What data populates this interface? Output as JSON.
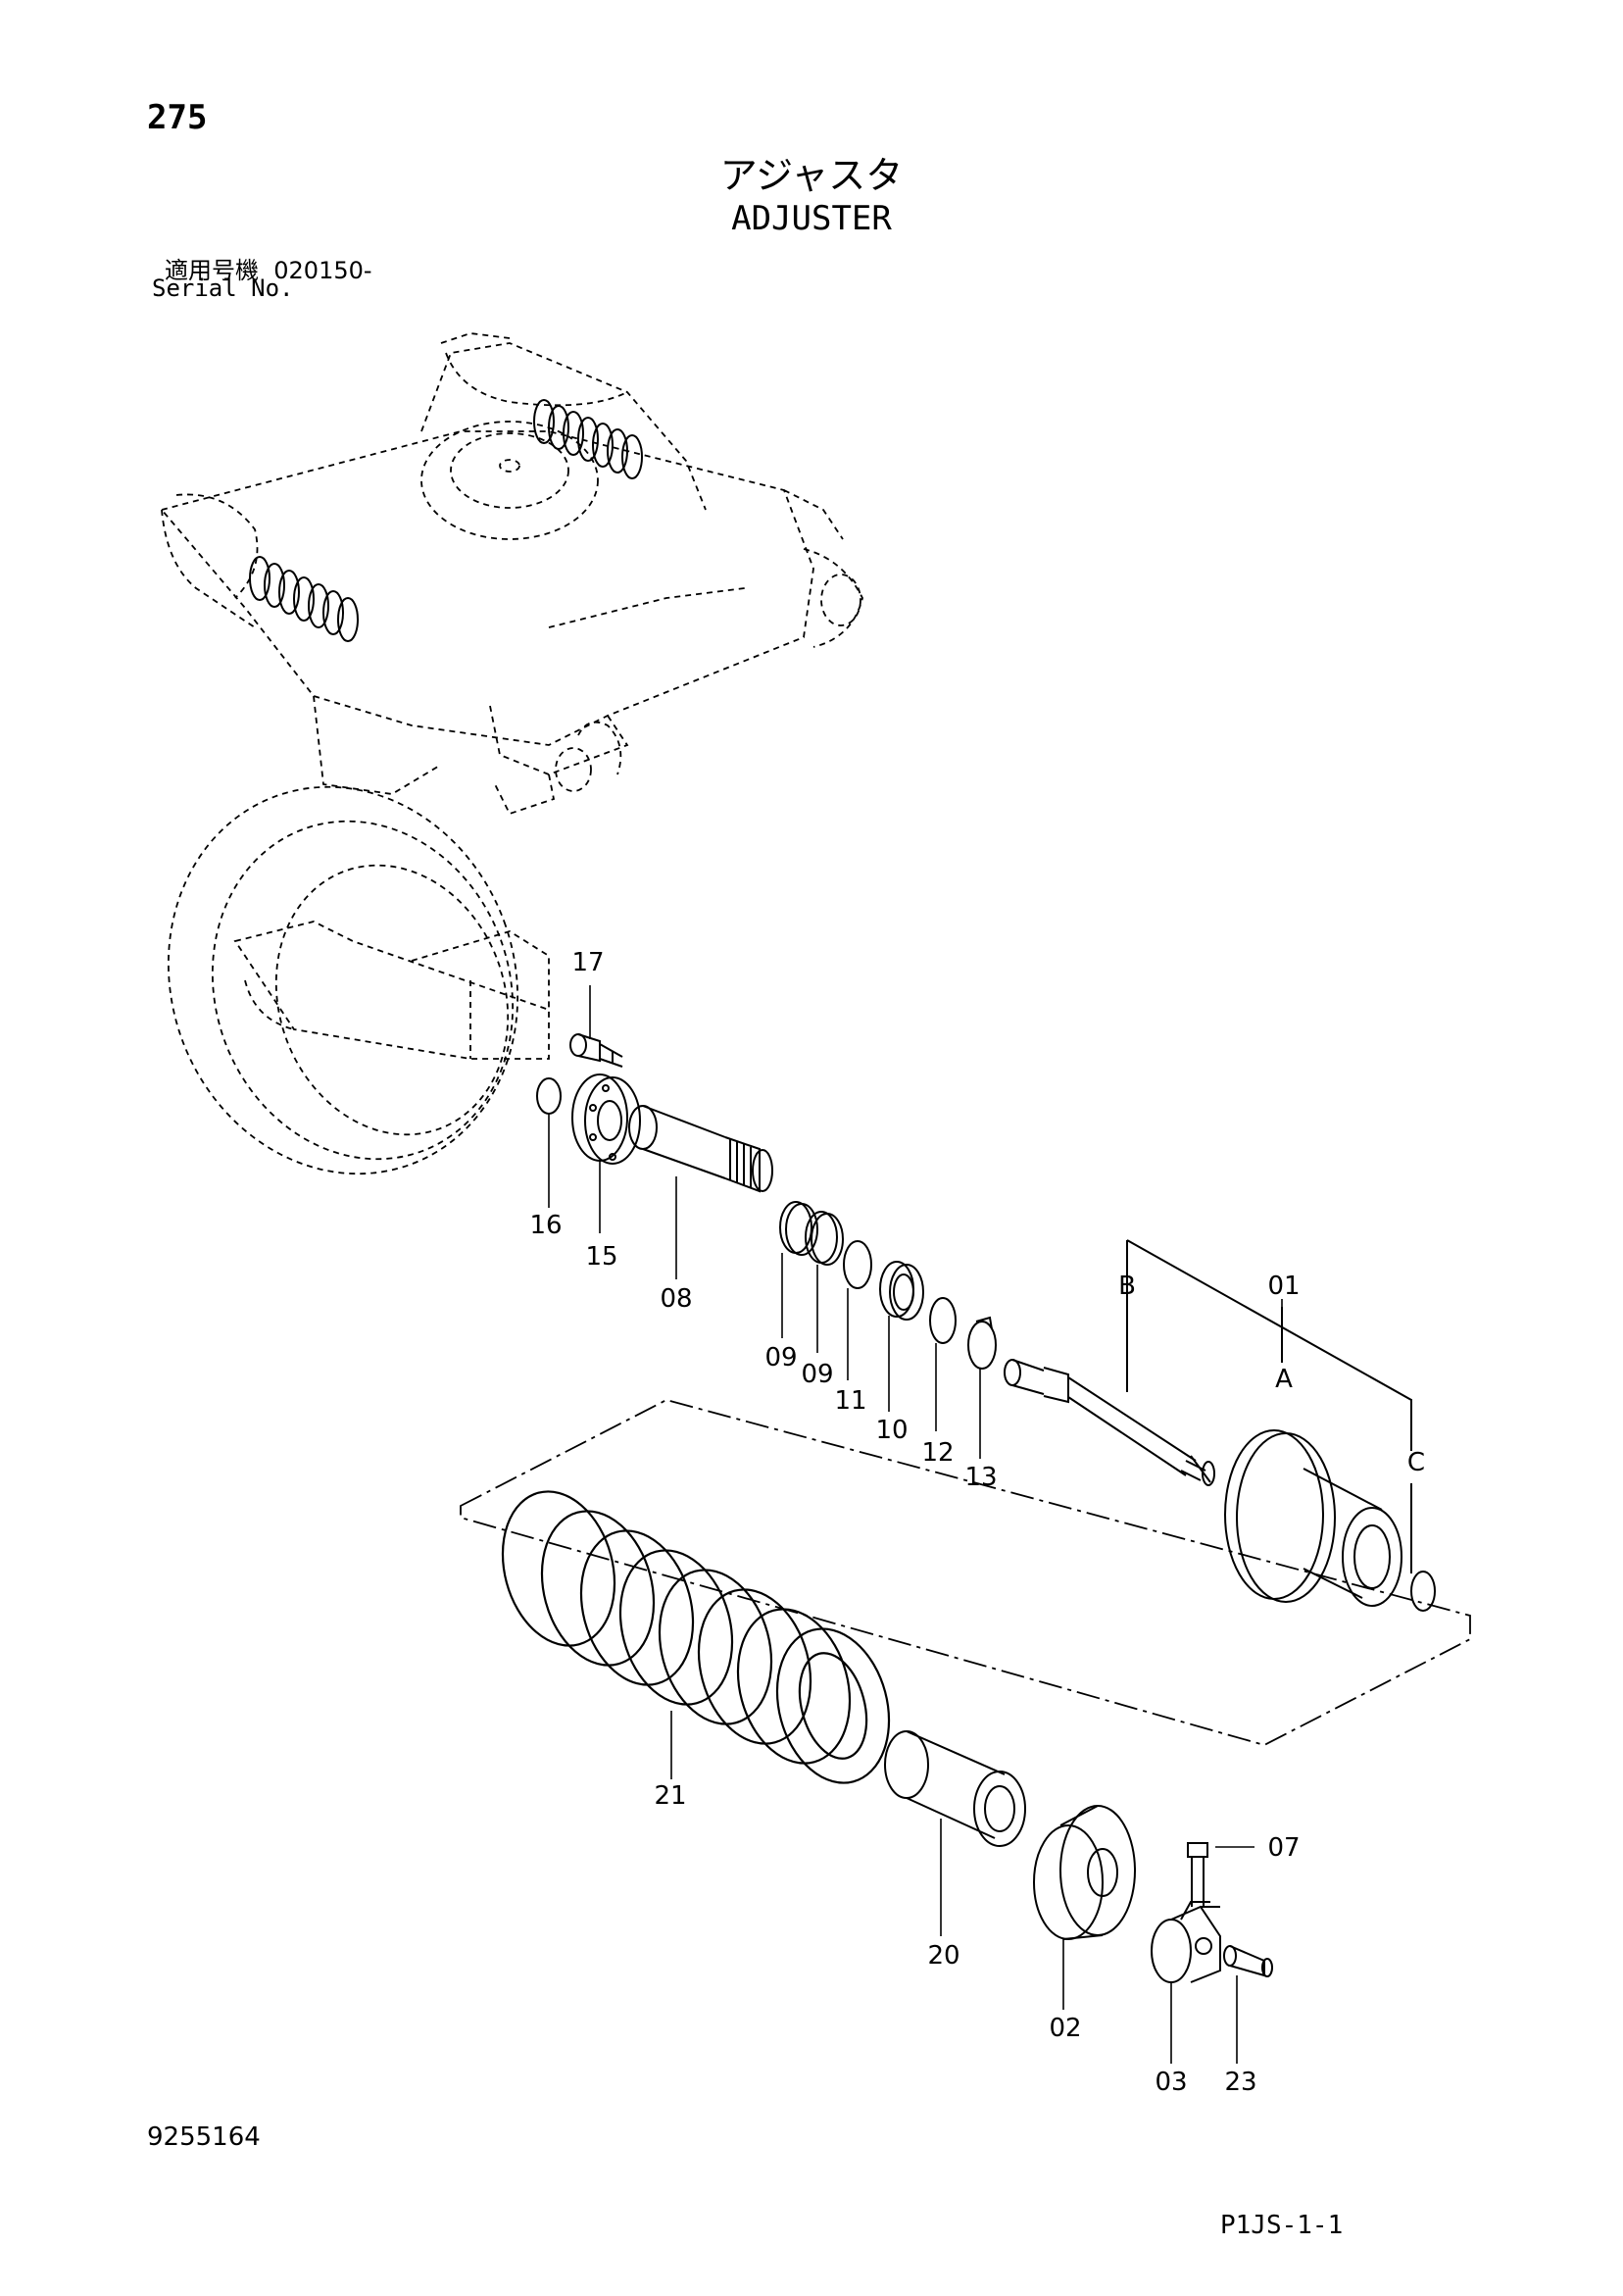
{
  "header": {
    "page_number": "275",
    "title_jp": "アジャスタ",
    "title_en": "ADJUSTER",
    "serial_label_jp": "適用号機",
    "serial_value": "020150-",
    "serial_label_en": "Serial No."
  },
  "footer": {
    "document_number": "9255164",
    "sheet_code": "P1JS-1-1"
  },
  "callouts": {
    "c01": "01",
    "c02": "02",
    "c03": "03",
    "c07": "07",
    "c08": "08",
    "c09a": "09",
    "c09b": "09",
    "c10": "10",
    "c11": "11",
    "c12": "12",
    "c13": "13",
    "c15": "15",
    "c16": "16",
    "c17": "17",
    "c20": "20",
    "c21": "21",
    "c23": "23",
    "cA": "A",
    "cB": "B",
    "cC": "C"
  },
  "colors": {
    "line": "#000000",
    "background": "#ffffff"
  }
}
